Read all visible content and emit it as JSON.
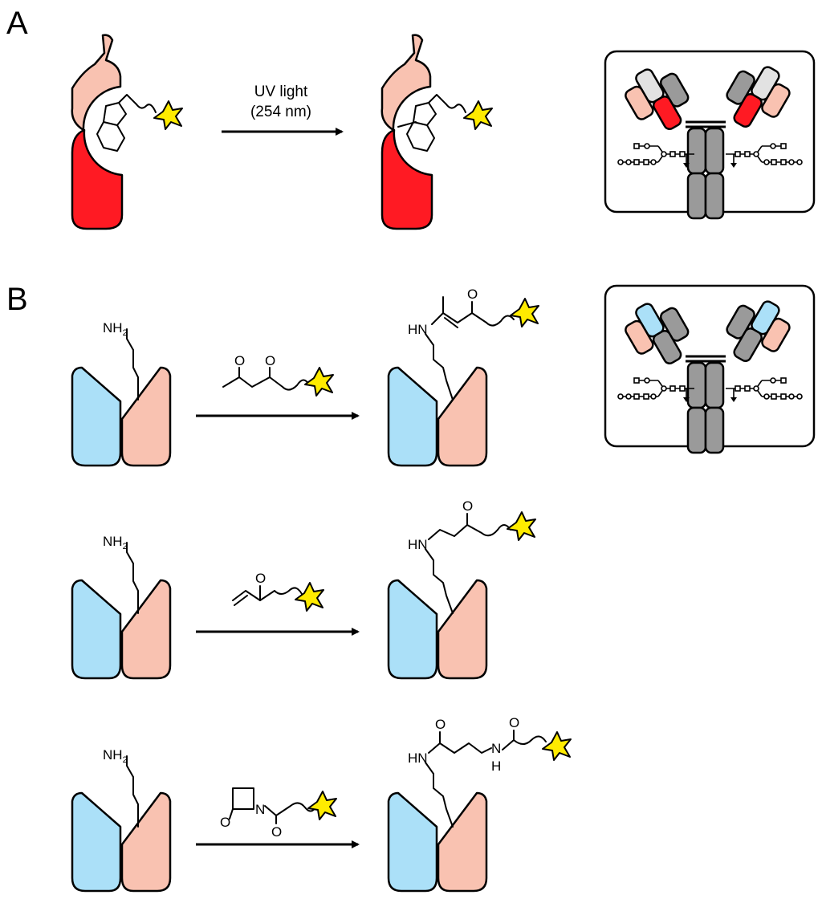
{
  "panels": {
    "a": "A",
    "b": "B"
  },
  "reaction_a": {
    "condition_line1": "UV light",
    "condition_line2": "(254 nm)"
  },
  "atoms": {
    "nh": "NH",
    "two": "2",
    "hn": "HN",
    "o": "O",
    "n": "N",
    "h": "H"
  },
  "colors": {
    "heavy_chain_red": "#ff1a23",
    "light_chain_pink": "#f9c2b1",
    "light_blue": "#abe0f8",
    "constant_gray": "#9a9a9a",
    "pale_gray": "#e2e2e2",
    "star_yellow": "#ffeb00"
  },
  "icons": [
    "star-fluorophore-icon",
    "antibody-icon",
    "glycan-icon",
    "indole-ring-icon"
  ]
}
